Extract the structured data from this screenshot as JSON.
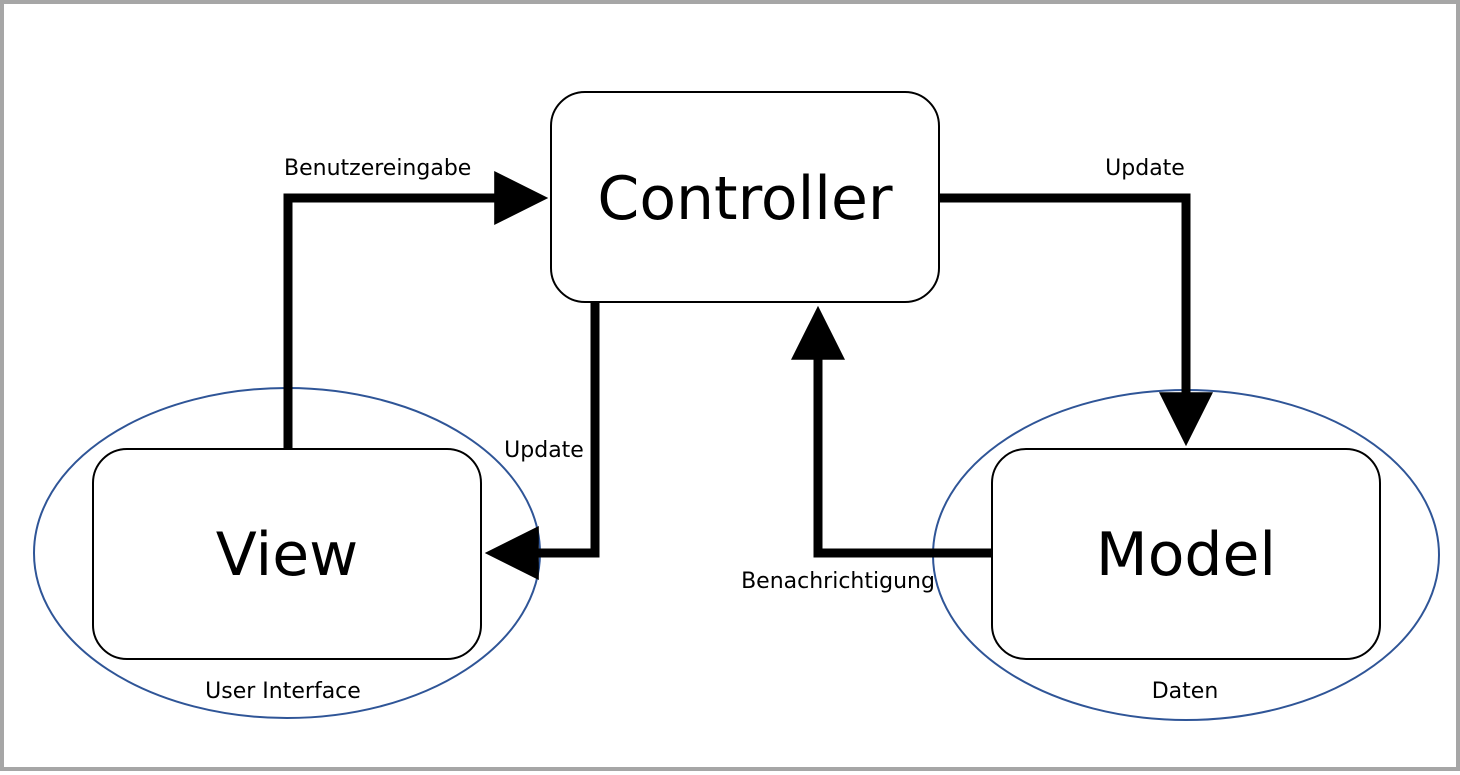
{
  "nodes": {
    "controller": {
      "label": "Controller"
    },
    "view": {
      "label": "View"
    },
    "model": {
      "label": "Model"
    }
  },
  "groups": {
    "view_group": {
      "label": "User Interface"
    },
    "model_group": {
      "label": "Daten"
    }
  },
  "edges": {
    "view_to_controller": {
      "label": "Benutzereingabe"
    },
    "controller_to_model": {
      "label": "Update"
    },
    "controller_to_view": {
      "label": "Update"
    },
    "model_to_controller": {
      "label": "Benachrichtigung"
    }
  },
  "colors": {
    "ellipse_stroke": "#2f5597",
    "box_stroke": "#000000",
    "arrow": "#000000",
    "frame": "#a6a6a6"
  }
}
